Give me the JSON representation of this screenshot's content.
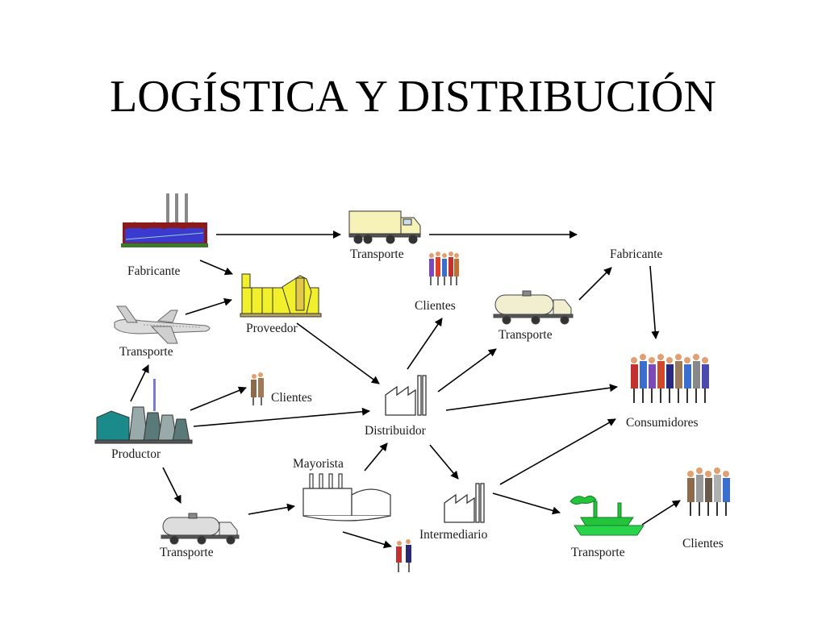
{
  "title": "LOGÍSTICA Y DISTRIBUCIÓN",
  "nodes": {
    "fabricante_1": "Fabricante",
    "transporte_top": "Transporte",
    "fabricante_2": "Fabricante",
    "proveedor": "Proveedor",
    "clientes_top": "Clientes",
    "transporte_tanker": "Transporte",
    "transporte_plane": "Transporte",
    "consumidores": "Consumidores",
    "clientes_left": "Clientes",
    "distribuidor": "Distribuidor",
    "productor": "Productor",
    "mayorista": "Mayorista",
    "intermediario": "Intermediario",
    "transporte_bottom_left": "Transporte",
    "transporte_ship": "Transporte",
    "clientes_right": "Clientes"
  },
  "icons": {
    "fabricante_1": "factory-icon",
    "transporte_top": "truck-icon",
    "proveedor": "supplier-icon",
    "clientes_top": "people-icon",
    "transporte_tanker": "tanker-truck-icon",
    "transporte_plane": "airplane-icon",
    "consumidores": "crowd-icon",
    "clientes_left": "people-icon",
    "distribuidor": "factory-outline-icon",
    "productor": "power-plant-icon",
    "mayorista": "warehouse-icon",
    "intermediario": "factory-outline-icon",
    "transporte_bottom_left": "tanker-truck-icon",
    "transporte_ship": "ship-icon",
    "clientes_right": "people-icon",
    "couple": "people-icon"
  },
  "colors": {
    "factory_red": "#8b1a1a",
    "factory_blue": "#3a3ad0",
    "supplier_yellow": "#f2ef2c",
    "ship_green": "#22c43a",
    "truck_yellow": "#f7f2b8",
    "plant_teal": "#1b8a8a"
  }
}
